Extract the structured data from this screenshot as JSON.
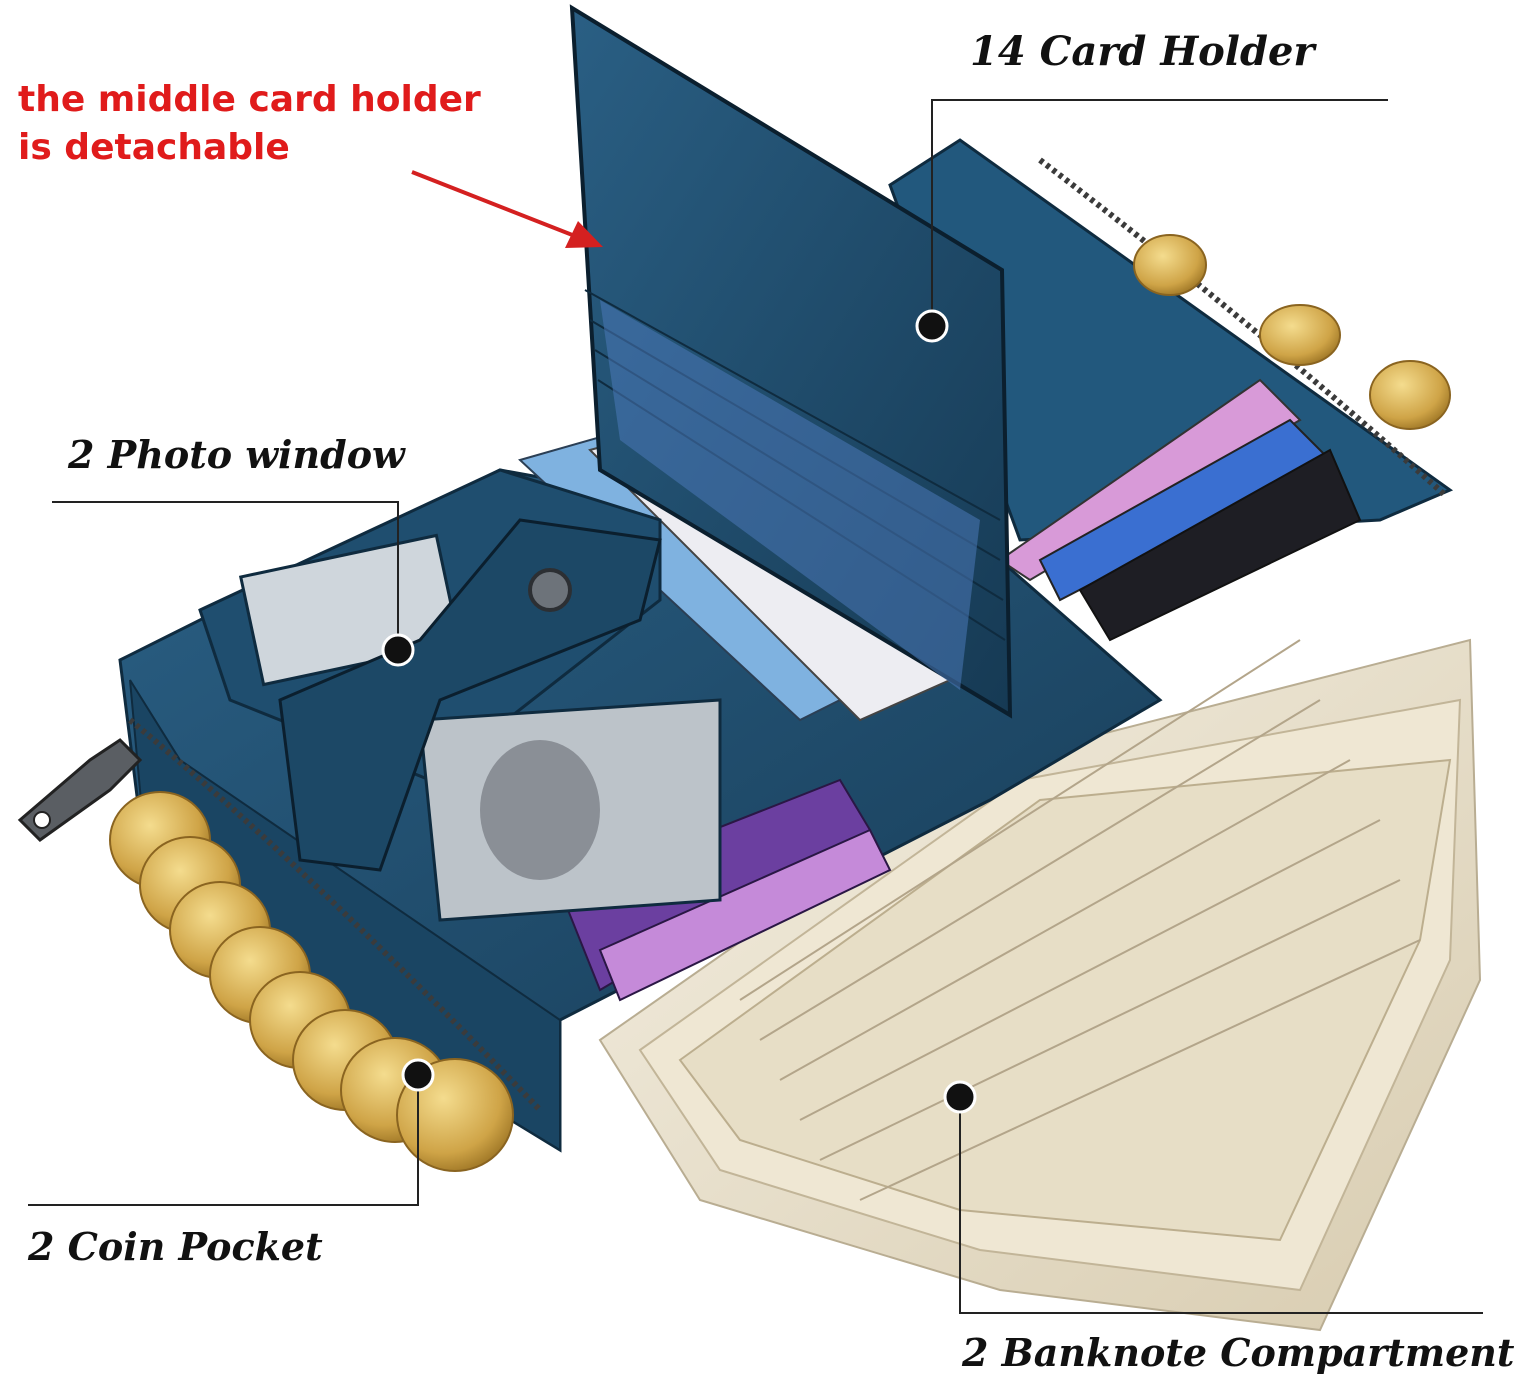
{
  "annotations": {
    "detachable_note": {
      "line1": "the middle card holder",
      "line2": "is detachable",
      "color": "#e01b1b"
    },
    "card_holder": "14 Card Holder",
    "photo_window": "2 Photo window",
    "coin_pocket": "2 Coin Pocket",
    "banknote": "2 Banknote Compartment"
  },
  "colors": {
    "leather": "#1f4e6f",
    "leather_dark": "#163a54",
    "callout_line": "#222222",
    "callout_dot": "#111111",
    "note_arrow": "#d42020",
    "coin": "#d9b45a",
    "banknote": "#e9e2cf"
  },
  "icons": {
    "snap_button": "snap-button-icon",
    "zipper_pull": "zipper-pull-icon",
    "coin": "coin-icon"
  }
}
